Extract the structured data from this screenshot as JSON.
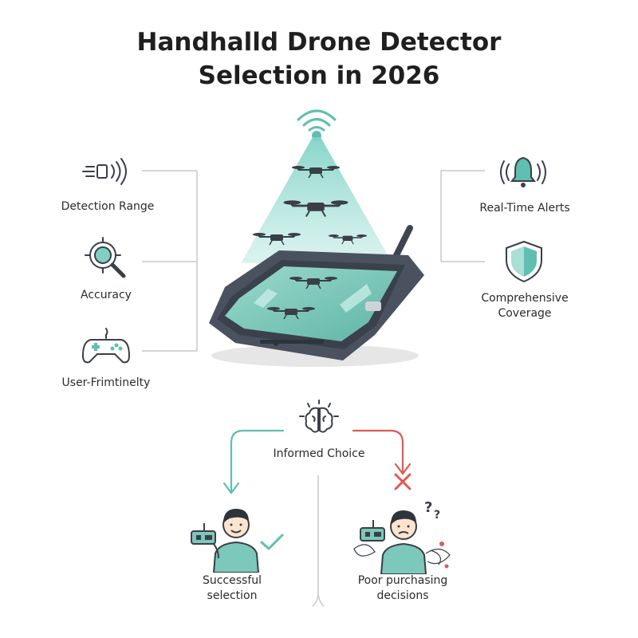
{
  "title": {
    "line1": "Handhalld Drone Detector",
    "line2": "Selection in 2026"
  },
  "features_left": [
    {
      "label": "Detection Range",
      "icon": "signal-range-icon"
    },
    {
      "label": "Accuracy",
      "icon": "magnifier-target-icon"
    },
    {
      "label": "User-Frimtinelty",
      "icon": "gamepad-icon"
    }
  ],
  "features_right": [
    {
      "label": "Real-Time Alerts",
      "icon": "alert-bell-icon"
    },
    {
      "label_line1": "Comprehensive",
      "label_line2": "Coverage",
      "icon": "shield-icon"
    }
  ],
  "decision": {
    "label": "Informed Choice",
    "icon": "brain-icon"
  },
  "outcomes": {
    "good": {
      "line1": "Successful",
      "line2": "selection",
      "icon": "check-icon"
    },
    "bad": {
      "line1": "Poor purchasing",
      "line2": "decisions",
      "icon": "cross-icon"
    }
  },
  "colors": {
    "accent": "#5fbfb0",
    "beam": "#8fd8cc",
    "negative": "#e05a55",
    "device_body": "#4a5260",
    "line": "#c9c9c9"
  }
}
